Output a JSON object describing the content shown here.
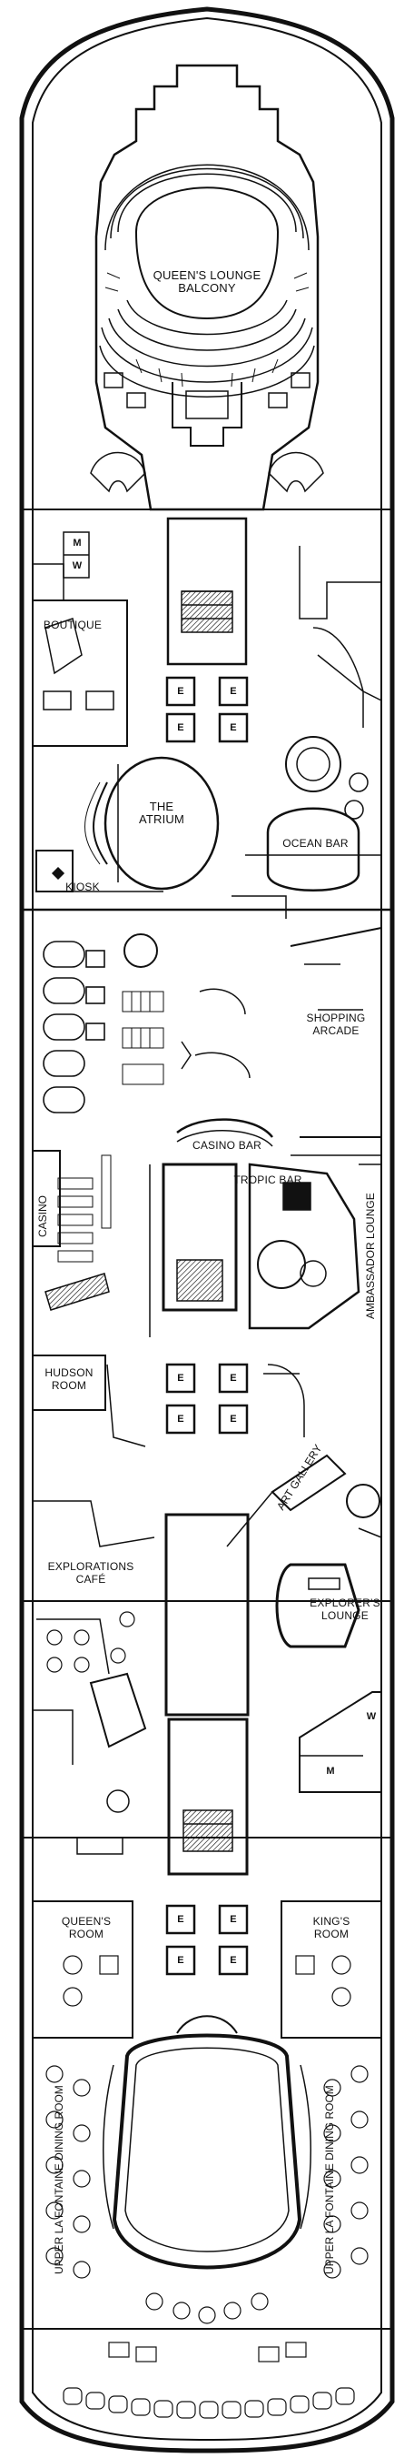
{
  "venues": {
    "queens_lounge_1": "QUEEN'S LOUNGE",
    "queens_lounge_2": "BALCONY",
    "boutique": "BOUTIQUE",
    "atrium_1": "THE",
    "atrium_2": "ATRIUM",
    "ocean_bar": "OCEAN BAR",
    "kiosk": "KIOSK",
    "shopping_1": "SHOPPING",
    "shopping_2": "ARCADE",
    "casino": "CASINO",
    "casino_bar": "CASINO BAR",
    "tropic_bar": "TROPIC BAR",
    "ambassador": "AMBASSADOR LOUNGE",
    "hudson_1": "HUDSON",
    "hudson_2": "ROOM",
    "art_gallery": "ART GALLERY",
    "explorations_1": "EXPLORATIONS",
    "explorations_2": "CAFÉ",
    "explorers_1": "EXPLORER'S",
    "explorers_2": "LOUNGE",
    "queens_room_1": "QUEEN'S",
    "queens_room_2": "ROOM",
    "kings_room_1": "KING'S",
    "kings_room_2": "ROOM",
    "dining_left": "UPPER LA FONTAINE DINING ROOM",
    "dining_right": "UPPER LA FONTAINE DINING ROOM"
  },
  "restroom_marks": {
    "m_top": "M",
    "w_top": "W",
    "w_bottom": "W",
    "m_bottom": "M"
  },
  "elevator_mark": "E"
}
